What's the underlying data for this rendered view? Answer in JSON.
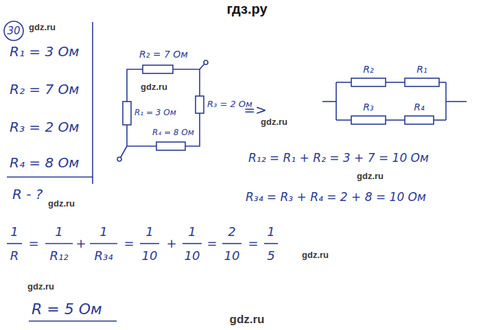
{
  "diagram": {
    "labels": [
      "гдз.ру",
      "30",
      "gdz.ru",
      "R₁ = 3 Ом",
      "R₂ = 7 Ом",
      "R₃ = 2 Ом",
      "R₄ = 8 Ом",
      "R - ?",
      "gdz.ru",
      "R₂ = 7 Ом",
      "R₁ = 3 Ом",
      "R₃ = 2 Ом",
      "R₄ = 8 Ом",
      "gdz.ru",
      "=>",
      "R₂",
      "R₁",
      "R₃",
      "R₄",
      "gdz.ru",
      "R₁₂ = R₁ + R₂ = 3 + 7 = 10 Ом",
      "gdz.ru",
      "R₃₄ = R₃ + R₄ = 2 + 8 = 10 Ом",
      "1",
      "R",
      "=",
      "1",
      "R₁₂",
      "+",
      "1",
      "R₃₄",
      "=",
      "1",
      "10",
      "+",
      "1",
      "10",
      "=",
      "2",
      "10",
      "=",
      "1",
      "5",
      "gdz.ru",
      "gdz.ru",
      "R = 5 Ом",
      "gdz.ru"
    ]
  }
}
